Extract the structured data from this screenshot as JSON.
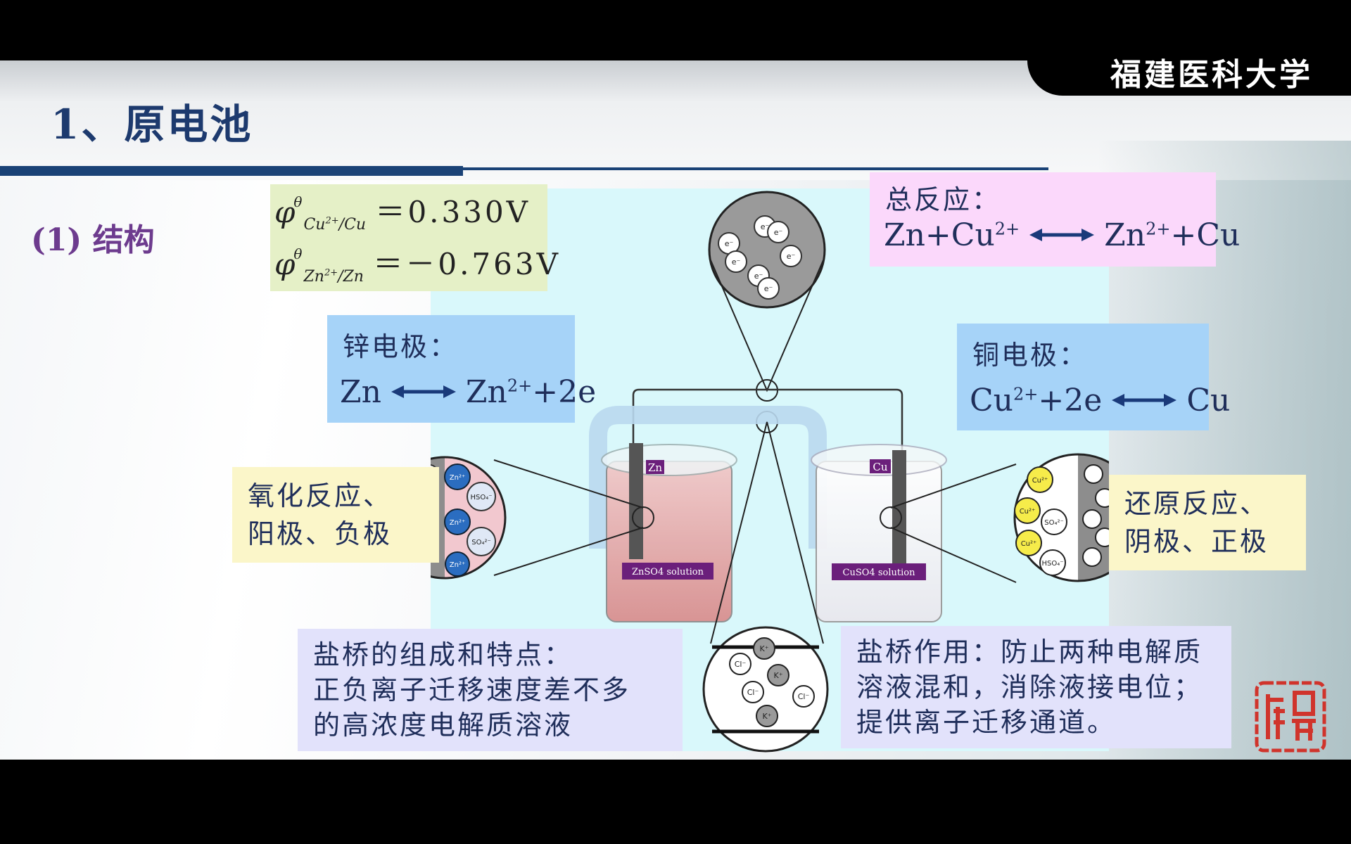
{
  "header": {
    "college": "福建医科大学"
  },
  "slide": {
    "title": "1、原电池",
    "subheading": "(1) 结构"
  },
  "potentials": {
    "cu": {
      "phi": "φ",
      "theta": "θ",
      "ion": "Cu",
      "charge": "2+",
      "couple": "/Cu",
      "value": "＝0.330V"
    },
    "zn": {
      "phi": "φ",
      "theta": "θ",
      "ion": "Zn",
      "charge": "2+",
      "couple": "/Zn",
      "value": "＝－0.763V"
    }
  },
  "total_reaction": {
    "label": "总反应：",
    "left": "Zn+Cu",
    "left_sup": "2+",
    "right": "Zn",
    "right_sup": "2+",
    "right_tail": "+Cu"
  },
  "zinc_electrode": {
    "label": "锌电极：",
    "left": "Zn",
    "right": "Zn",
    "right_sup": "2+",
    "right_tail": "+2e"
  },
  "copper_electrode": {
    "label": "铜电极：",
    "left": "Cu",
    "left_sup": "2+",
    "left_tail": "+2e",
    "right": "Cu"
  },
  "oxidation": {
    "line1": "氧化反应、",
    "line2": "阳极、负极"
  },
  "reduction": {
    "line1": "还原反应、",
    "line2": "阴极、正极"
  },
  "salt_bridge_composition": {
    "line1": "盐桥的组成和特点：",
    "line2": "正负离子迁移速度差不多",
    "line3": "的高浓度电解质溶液"
  },
  "salt_bridge_function": {
    "line1": "盐桥作用：防止两种电解质",
    "line2": "溶液混和，消除液接电位；",
    "line3": "提供离子迁移通道。"
  },
  "diagram": {
    "zn_label": "Zn",
    "cu_label": "Cu",
    "zn_solution": "ZnSO4 solution",
    "cu_solution": "CuSO4 solution",
    "electron": "e⁻",
    "zn_ion": "Zn²⁺",
    "cu_ion": "Cu²⁺",
    "hso4": "HSO₄⁻",
    "so4": "SO₄²⁻",
    "k_ion": "K⁺",
    "cl_ion": "Cl⁻"
  },
  "colors": {
    "title": "#1d3a6e",
    "subheading": "#6d3b8e",
    "rule": "#1a4276",
    "arrow": "#1a3a7a",
    "seal": "#d0342c"
  }
}
